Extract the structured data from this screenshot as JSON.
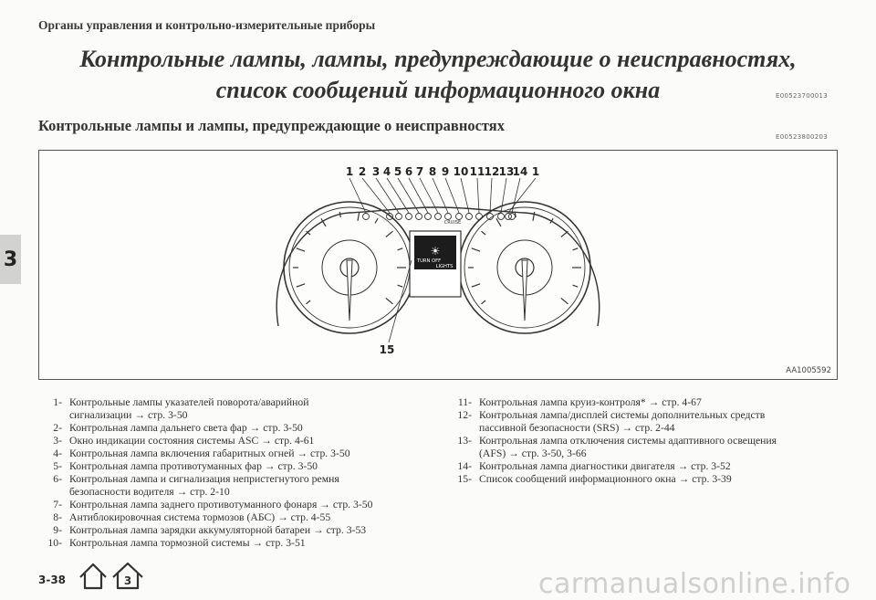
{
  "header": "Органы управления и контрольно-измерительные приборы",
  "title_line1": "Контрольные лампы, лампы, предупреждающие о неисправностях,",
  "title_line2": "список сообщений информационного окна",
  "title_code": "E00523700013",
  "subtitle": "Контрольные лампы и лампы, предупреждающие о неисправностях",
  "subtitle_code": "E00523800203",
  "chapter_tab": "3",
  "figure": {
    "callouts": [
      "1",
      "2",
      "3",
      "4",
      "5",
      "6",
      "7",
      "8",
      "9",
      "10",
      "11",
      "12",
      "13",
      "14",
      "1"
    ],
    "callout_bottom": "15",
    "display_line1": "TURN OFF",
    "display_line2": "LIGHTS",
    "cruise_label": "CRUISE",
    "code": "AA1005592"
  },
  "list_left": [
    {
      "num": "1-",
      "lines": [
        "Контрольные лампы указателей поворота/аварийной",
        "сигнализации → стр. 3-50"
      ]
    },
    {
      "num": "2-",
      "lines": [
        "Контрольная лампа дальнего света фар → стр. 3-50"
      ]
    },
    {
      "num": "3-",
      "lines": [
        "Окно индикации состояния системы ASC → стр. 4-61"
      ]
    },
    {
      "num": "4-",
      "lines": [
        "Контрольная лампа включения габаритных огней → стр. 3-50"
      ]
    },
    {
      "num": "5-",
      "lines": [
        "Контрольная лампа противотуманных фар → стр. 3-50"
      ]
    },
    {
      "num": "6-",
      "lines": [
        "Контрольная лампа и сигнализация непристегнутого ремня",
        "безопасности водителя → стр. 2-10"
      ]
    },
    {
      "num": "7-",
      "lines": [
        "Контрольная лампа заднего противотуманного фонаря → стр. 3-50"
      ]
    },
    {
      "num": "8-",
      "lines": [
        "Антиблокировочная система тормозов (АБС) → стр. 4-55"
      ]
    },
    {
      "num": "9-",
      "lines": [
        "Контрольная лампа зарядки аккумуляторной батареи → стр. 3-53"
      ]
    },
    {
      "num": "10-",
      "lines": [
        "Контрольная лампа тормозной системы → стр. 3-51"
      ]
    }
  ],
  "list_right": [
    {
      "num": "11-",
      "lines": [
        "Контрольная лампа круиз-контроля* → стр. 4-67"
      ]
    },
    {
      "num": "12-",
      "lines": [
        "Контрольная лампа/дисплей системы дополнительных средств",
        "пассивной безопасности (SRS) → стр. 2-44"
      ]
    },
    {
      "num": "13-",
      "lines": [
        "Контрольная лампа отключения системы адаптивного освещения",
        "(AFS) → стр. 3-50, 3-66"
      ]
    },
    {
      "num": "14-",
      "lines": [
        "Контрольная лампа диагностики двигателя → стр. 3-52"
      ]
    },
    {
      "num": "15-",
      "lines": [
        "Список сообщений информационного окна → стр. 3-39"
      ]
    }
  ],
  "page_number": "3-38",
  "nav_icons": [
    "home-icon",
    "chapter-home-icon"
  ],
  "nav_chapter": "3",
  "watermark": "carmanualsonline.info"
}
